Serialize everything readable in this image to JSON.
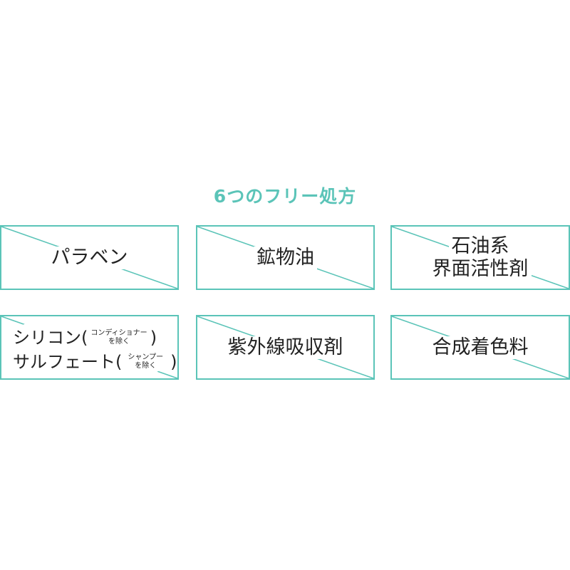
{
  "heading": "6つのフリー処方",
  "colors": {
    "accent": "#5bc4b8",
    "text": "#222222",
    "background": "#ffffff"
  },
  "cards": [
    {
      "lines": [
        "パラベン"
      ]
    },
    {
      "lines": [
        "鉱物油"
      ]
    },
    {
      "lines": [
        "石油系",
        "界面活性剤"
      ]
    },
    {
      "rows": [
        {
          "main": "シリコン",
          "open": "(",
          "note_top": "コンディショナー",
          "note_bottom": "を除く",
          "close": ")"
        },
        {
          "main": "サルフェート",
          "open": "(",
          "note_top": "シャンプー",
          "note_bottom": "を除く",
          "close": ")"
        }
      ]
    },
    {
      "lines": [
        "紫外線吸収剤"
      ]
    },
    {
      "lines": [
        "合成着色料"
      ]
    }
  ]
}
